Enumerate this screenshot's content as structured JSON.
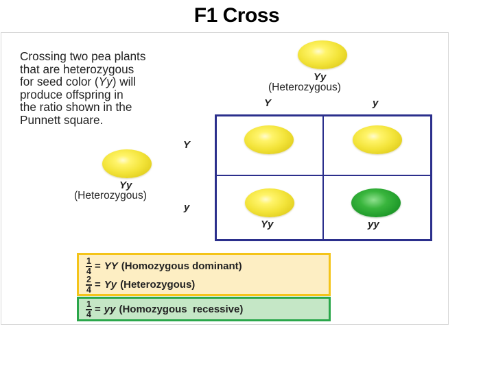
{
  "slide": {
    "title": "F1 Cross"
  },
  "intro": {
    "line1": "Crossing two pea plants",
    "line2": "that are heterozygous",
    "line3_pre": "for seed color (",
    "line3_gen": "Yy",
    "line3_post": ") will",
    "line4": "produce offspring in",
    "line5": "the ratio shown in the",
    "line6": "Punnett square."
  },
  "top_parent": {
    "genotype": "Yy",
    "description": "(Heterozygous)",
    "seed_color": "#f5e73c"
  },
  "left_parent": {
    "genotype": "Yy",
    "description": "(Heterozygous)",
    "seed_color": "#f5e73c"
  },
  "gametes_top": [
    "Y",
    "y"
  ],
  "gametes_left": [
    "Y",
    "y"
  ],
  "punnett": {
    "border_color": "#2b2f8c",
    "cells": [
      {
        "seed": "yellow"
      },
      {
        "seed": "yellow"
      },
      {
        "seed": "yellow",
        "label": "Yy"
      },
      {
        "seed": "green",
        "label": "yy"
      }
    ]
  },
  "ratios": [
    {
      "num": "1",
      "den": "4",
      "genotype": "YY",
      "description": "(Homozygous dominant)"
    },
    {
      "num": "2",
      "den": "4",
      "genotype": "Yy",
      "description": "(Heterozygous)"
    },
    {
      "num": "1",
      "den": "4",
      "genotype": "yy",
      "description": "(Homozygous  recessive)"
    }
  ],
  "colors": {
    "yellow_box_fill": "#fdeec3",
    "yellow_box_border": "#f4c419",
    "green_box_fill": "#c5e7c6",
    "green_box_border": "#2aa64a",
    "green_seed": "#2aa63a"
  }
}
